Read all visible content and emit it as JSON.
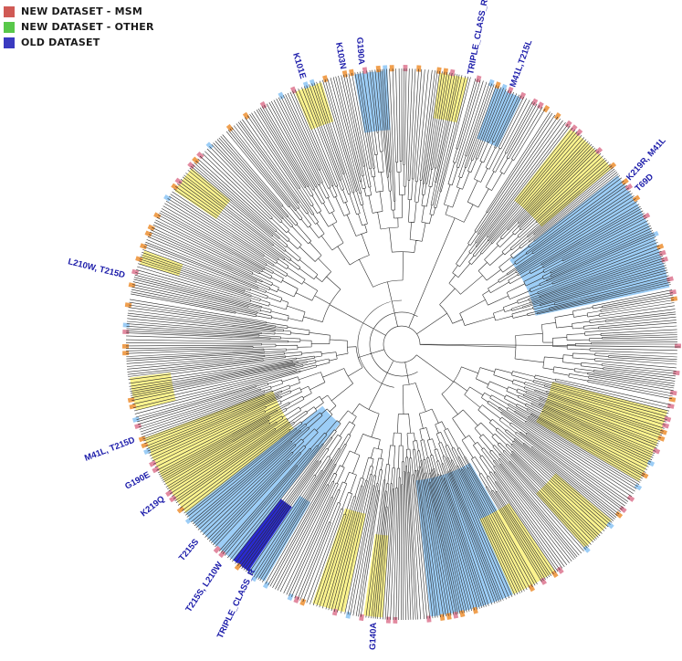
{
  "legend": [
    {
      "label": "NEW DATASET - MSM",
      "color": "#d05a55"
    },
    {
      "label": "NEW DATASET - OTHER",
      "color": "#58c84a"
    },
    {
      "label": "OLD DATASET",
      "color": "#3a3ac0"
    }
  ],
  "colors": {
    "branch": "#2b2b2b",
    "highlight_yellow": "#fbf38e",
    "highlight_blue": "#9ccdf6",
    "highlight_dark_blue": "#2a2ad0",
    "tip_orange": "#f0a050",
    "tip_pink": "#e28aa0",
    "label": "#1c1caa"
  },
  "labels": [
    {
      "text": "K101E"
    },
    {
      "text": "K103N"
    },
    {
      "text": "G190A"
    },
    {
      "text": "TRIPLE_CLASS_RES"
    },
    {
      "text": "M41L,T215L"
    },
    {
      "text": "K219R, M41L"
    },
    {
      "text": "T69D"
    },
    {
      "text": "L210W, T215D"
    },
    {
      "text": "M41L, T215D"
    },
    {
      "text": "G190E"
    },
    {
      "text": "K219Q"
    },
    {
      "text": "T215S"
    },
    {
      "text": "T215S, L210W"
    },
    {
      "text": "TRIPLE_CLASS_R"
    },
    {
      "text": "G140A"
    }
  ]
}
